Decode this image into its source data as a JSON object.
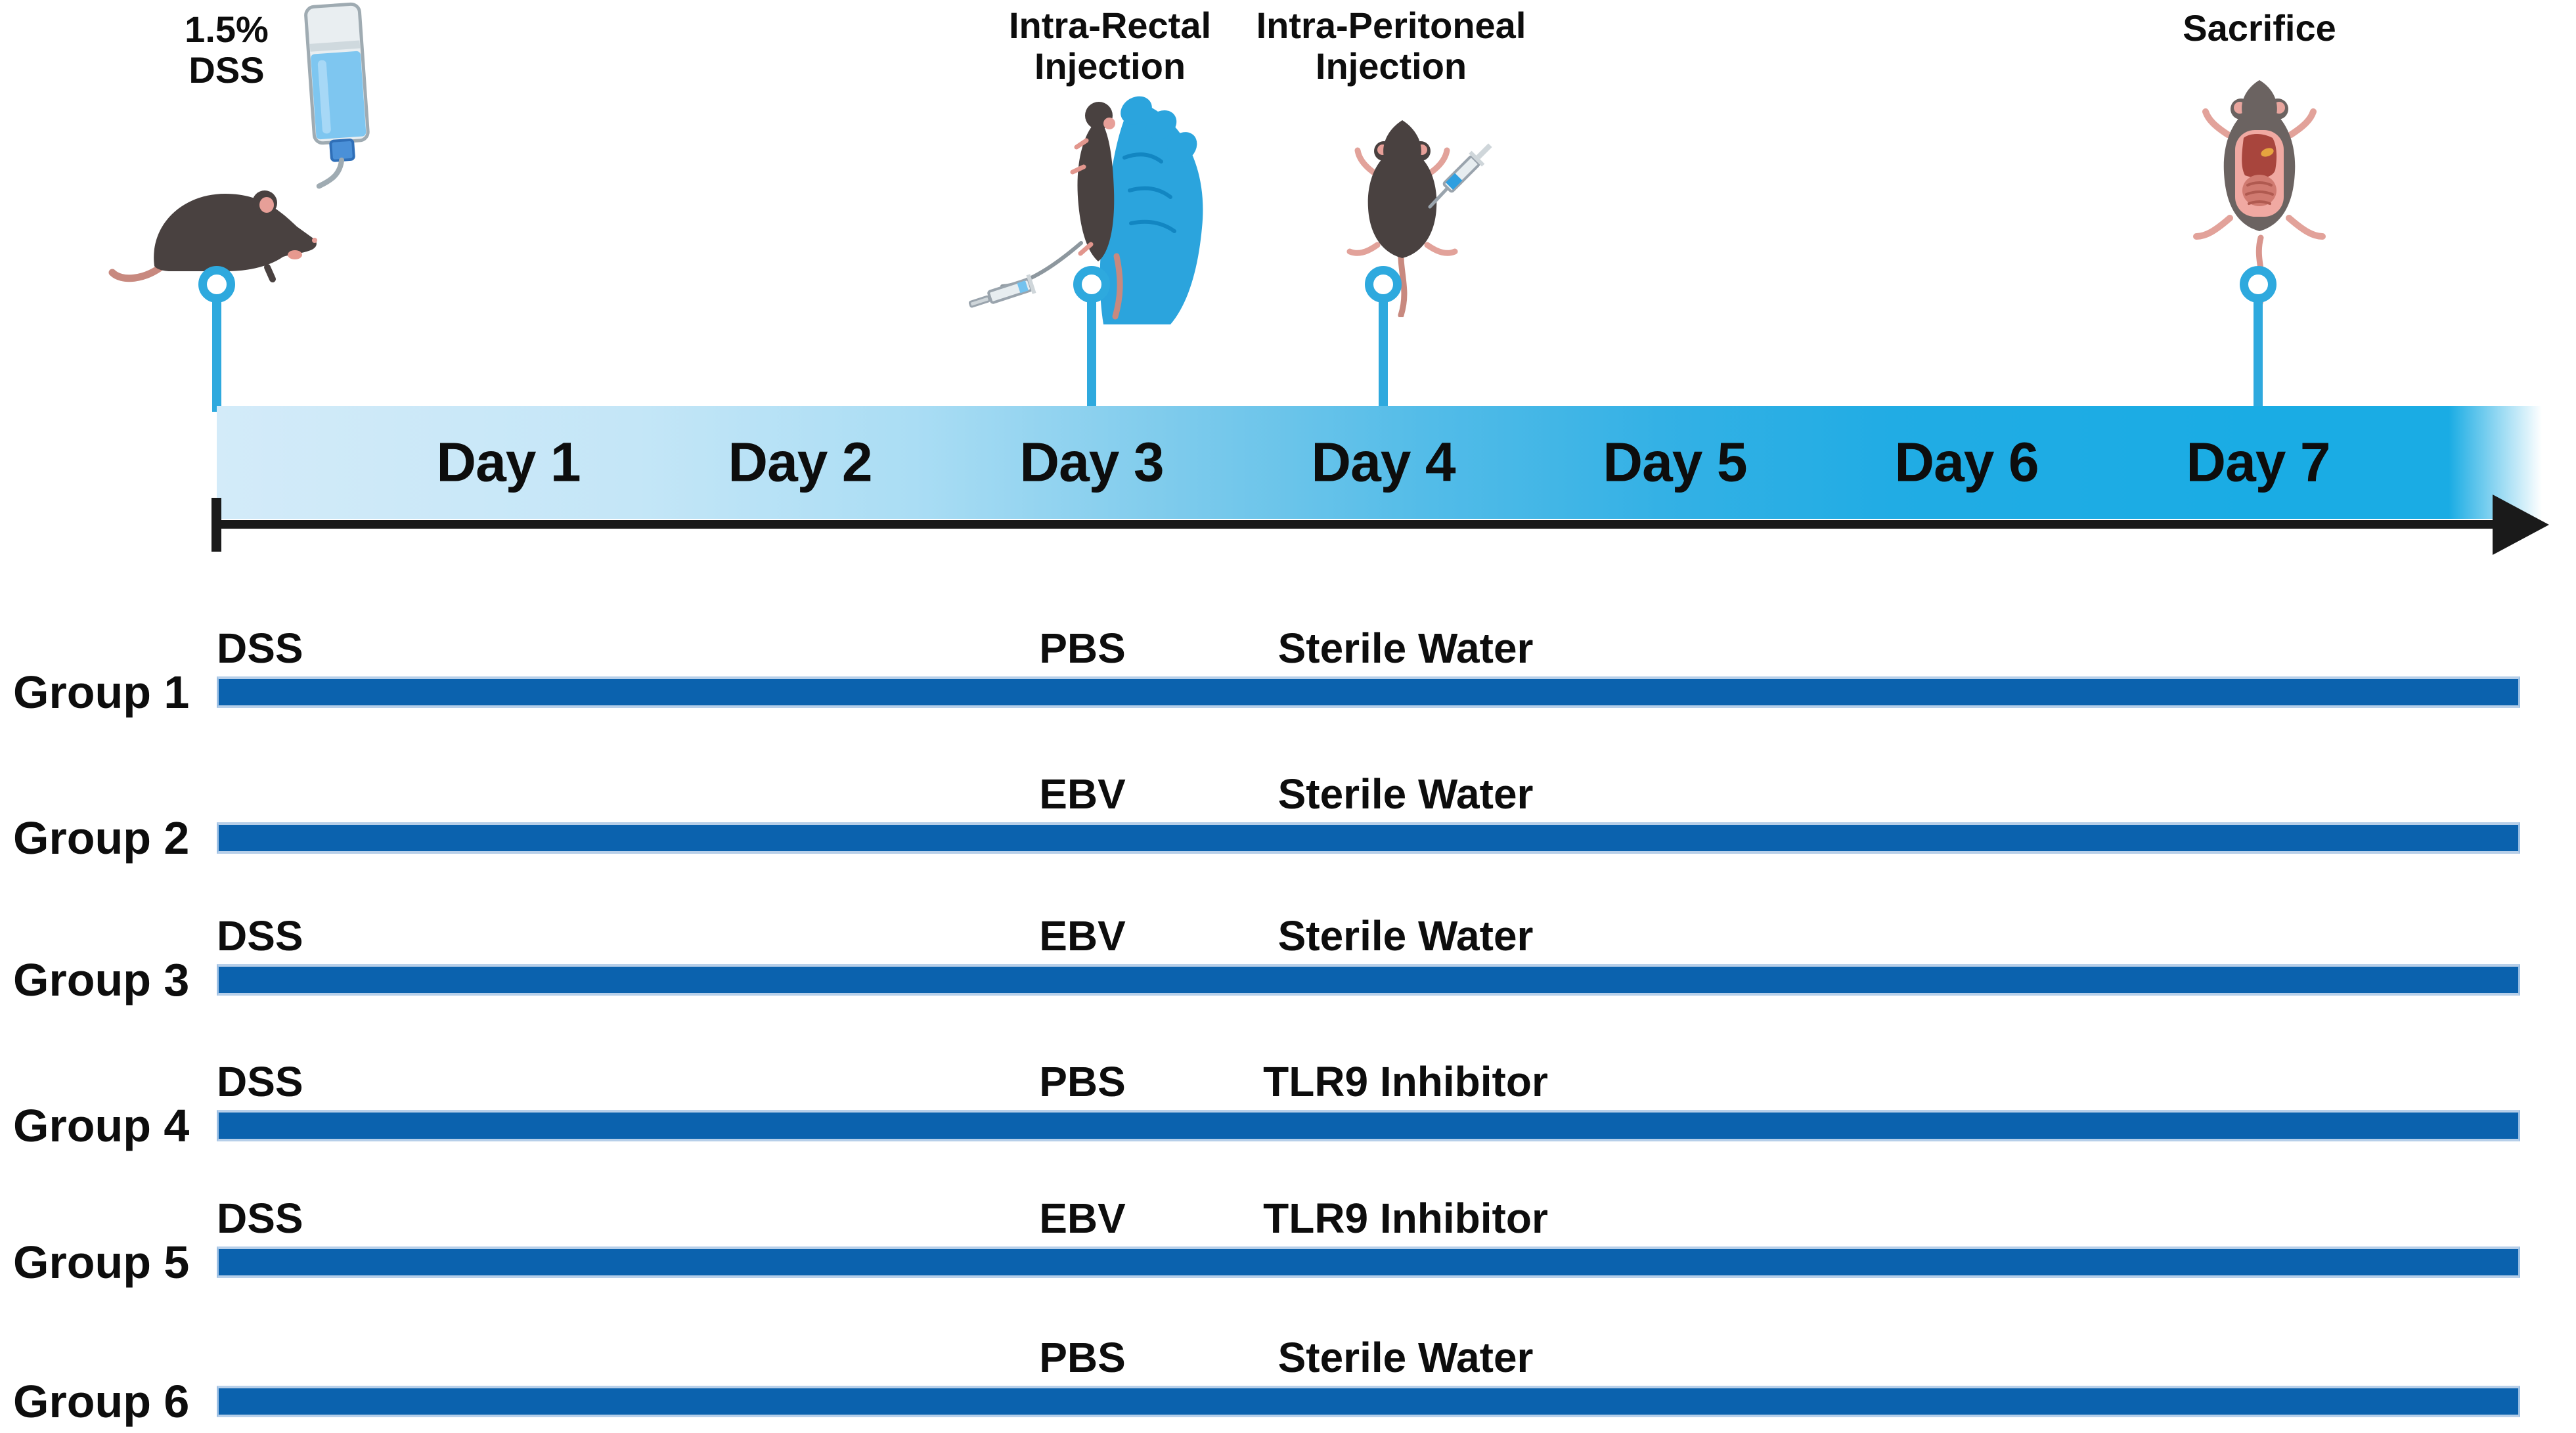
{
  "events": {
    "dss": {
      "line1": "1.5%",
      "line2": "DSS"
    },
    "rectal": {
      "line1": "Intra-Rectal",
      "line2": "Injection"
    },
    "peritoneal": {
      "line1": "Intra-Peritoneal",
      "line2": "Injection"
    },
    "sacrifice": {
      "line1": "Sacrifice"
    }
  },
  "timeline": {
    "days": [
      "Day 1",
      "Day 2",
      "Day 3",
      "Day 4",
      "Day 5",
      "Day 6",
      "Day 7"
    ]
  },
  "groups": [
    {
      "name": "Group 1",
      "oral": "DSS",
      "day3": "PBS",
      "day4": "Sterile Water"
    },
    {
      "name": "Group 2",
      "oral": "",
      "day3": "EBV",
      "day4": "Sterile Water"
    },
    {
      "name": "Group 3",
      "oral": "DSS",
      "day3": "EBV",
      "day4": "Sterile Water"
    },
    {
      "name": "Group 4",
      "oral": "DSS",
      "day3": "PBS",
      "day4": "TLR9 Inhibitor"
    },
    {
      "name": "Group 5",
      "oral": "DSS",
      "day3": "EBV",
      "day4": "TLR9 Inhibitor"
    },
    {
      "name": "Group 6",
      "oral": "",
      "day3": "PBS",
      "day4": "Sterile Water"
    }
  ],
  "icons": {
    "dss_bottle": "water-bottle-icon",
    "dss_mouse": "mouse-side-icon",
    "rectal": "gloved-hand-mouse-syringe-icon",
    "peritoneal": "mouse-top-syringe-icon",
    "sacrifice": "dissected-mouse-icon"
  },
  "colors": {
    "group_bar": "#0b62ae",
    "marker": "#2ea9de",
    "band_left": "#d3ebf9",
    "band_right": "#1aace4",
    "axis": "#1a1a1a",
    "text": "#0d0d0d"
  }
}
